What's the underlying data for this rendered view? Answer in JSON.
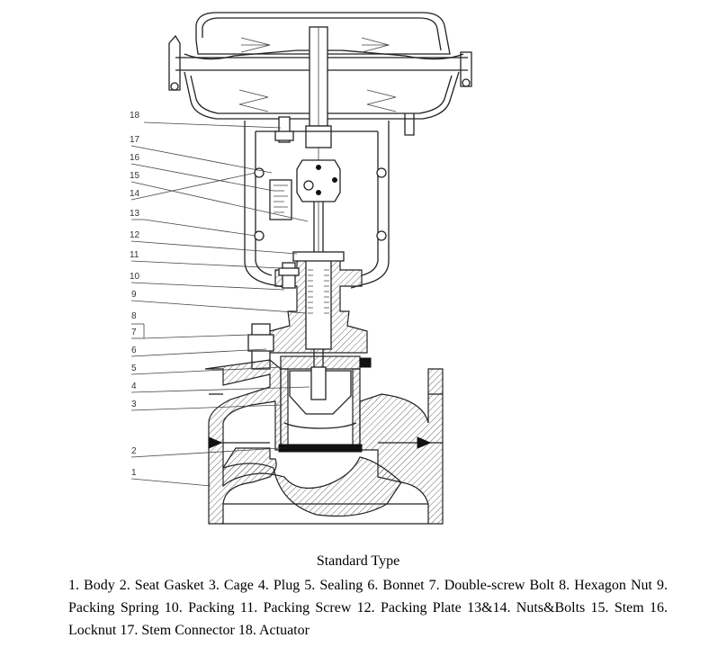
{
  "diagram": {
    "callouts": [
      {
        "id": "c18",
        "label": "18"
      },
      {
        "id": "c17",
        "label": "17"
      },
      {
        "id": "c16",
        "label": "16"
      },
      {
        "id": "c15",
        "label": "15"
      },
      {
        "id": "c14",
        "label": "14"
      },
      {
        "id": "c13",
        "label": "13"
      },
      {
        "id": "c12",
        "label": "12"
      },
      {
        "id": "c11",
        "label": "11"
      },
      {
        "id": "c10",
        "label": "10"
      },
      {
        "id": "c9",
        "label": "9"
      },
      {
        "id": "c8",
        "label": "8"
      },
      {
        "id": "c7",
        "label": "7"
      },
      {
        "id": "c6",
        "label": "6"
      },
      {
        "id": "c5",
        "label": "5"
      },
      {
        "id": "c4",
        "label": "4"
      },
      {
        "id": "c3",
        "label": "3"
      },
      {
        "id": "c2",
        "label": "2"
      },
      {
        "id": "c1",
        "label": "1"
      }
    ]
  },
  "caption": {
    "title": "Standard Type",
    "text": "1. Body 2. Seat Gasket 3. Cage 4. Plug 5. Sealing 6. Bonnet 7. Double-screw Bolt 8. Hexagon Nut 9. Packing Spring 10. Packing 11. Packing Screw 12. Packing Plate 13&14. Nuts&Bolts 15. Stem 16. Locknut 17. Stem Connector 18. Actuator"
  }
}
